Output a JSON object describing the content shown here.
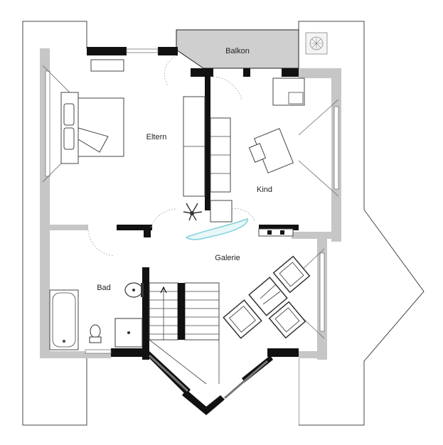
{
  "floor_plan": {
    "rooms": {
      "balkon": "Balkon",
      "eltern": "Eltern",
      "kind": "Kind",
      "galerie": "Galerie",
      "bad": "Bad"
    }
  },
  "colors": {
    "wall": "#111111",
    "wall_gray": "#c6c6c6",
    "balcony_fill": "#cfcfcf",
    "plant_accent": "#7fd0d8"
  }
}
